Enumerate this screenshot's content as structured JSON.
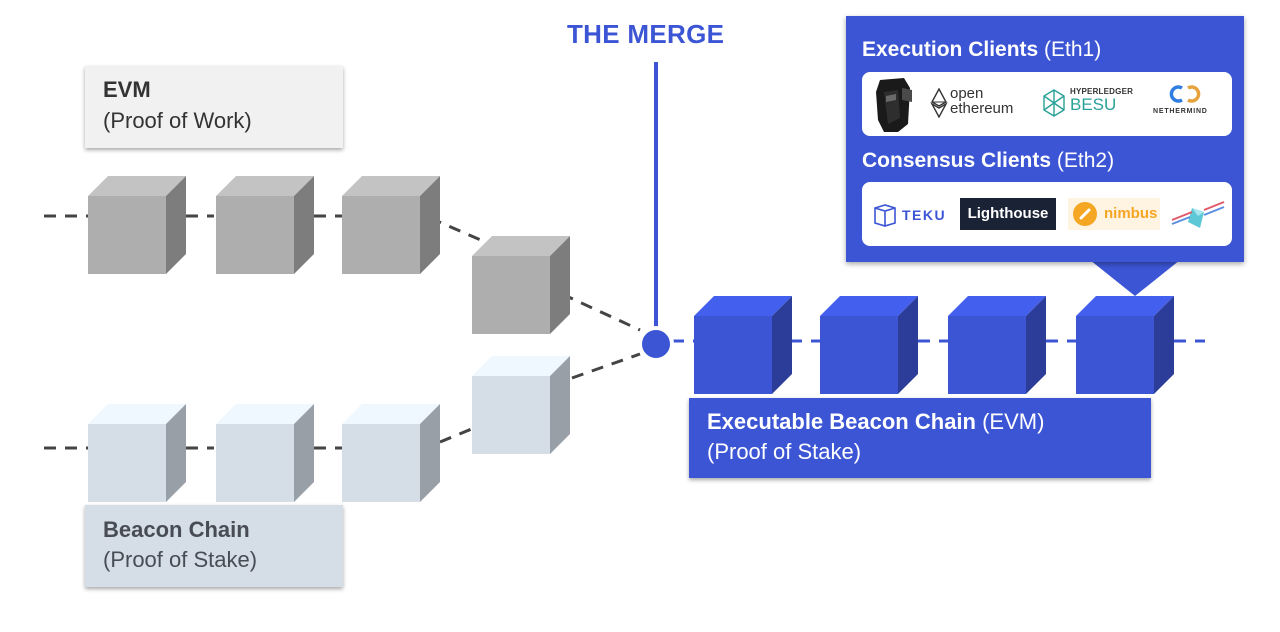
{
  "merge_title": "THE MERGE",
  "evm": {
    "title": "EVM",
    "subtitle": "(Proof of Work)"
  },
  "beacon": {
    "title": "Beacon Chain",
    "subtitle": "(Proof of Stake)"
  },
  "executable": {
    "title": "Executable Beacon Chain",
    "title_suffix": " (EVM)",
    "subtitle": "(Proof of Stake)"
  },
  "execution_clients": {
    "heading": "Execution Clients",
    "heading_suffix": " (Eth1)",
    "logos": {
      "openethereum_line1": "open",
      "openethereum_line2": "ethereum",
      "besu_line1": "HYPERLEDGER",
      "besu_line2": "BESU",
      "nethermind": "NETHERMIND"
    }
  },
  "consensus_clients": {
    "heading": "Consensus Clients",
    "heading_suffix": " (Eth2)",
    "logos": {
      "teku": "TEKU",
      "lighthouse": "Lighthouse",
      "nimbus": "nimbus"
    }
  },
  "colors": {
    "accent_blue": "#3c55d4",
    "pow_block": "#aeaeae",
    "pos_block": "#d5dde7"
  },
  "icons": [
    "geth-icon",
    "ethereum-diamond-icon",
    "besu-hex-icon",
    "nethermind-icon",
    "teku-cube-icon",
    "nimbus-icon",
    "prysm-icon"
  ]
}
